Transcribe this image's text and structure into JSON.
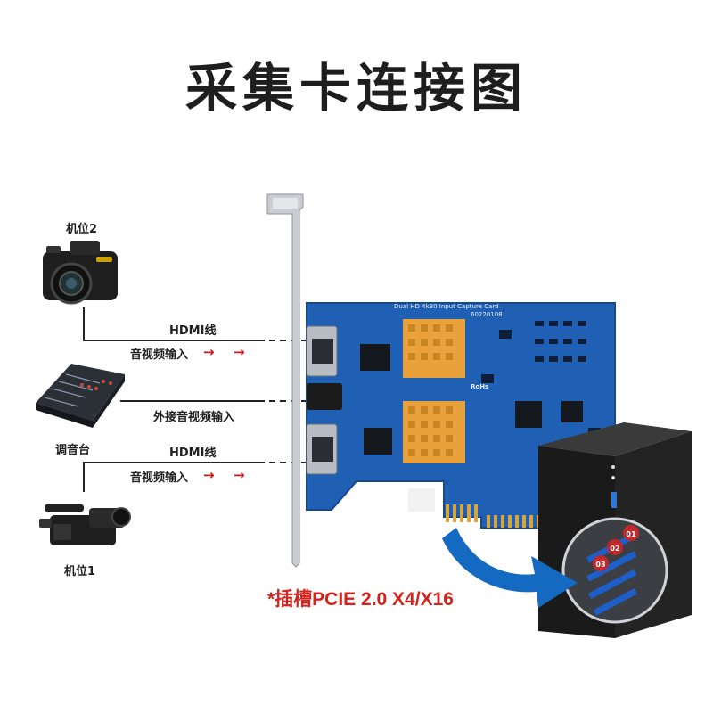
{
  "title": "采集卡连接图",
  "camera2": {
    "label": "机位2"
  },
  "mixer": {
    "label": "调音台"
  },
  "camera1": {
    "label": "机位1"
  },
  "line_top": {
    "cable": "HDMI线",
    "signal": "音视频输入"
  },
  "line_mid": {
    "signal": "外接音视频输入"
  },
  "line_bottom": {
    "cable": "HDMI线",
    "signal": "音视频输入"
  },
  "arrow_glyph": "→",
  "board": {
    "name": "Dual HD 4k30 Input Capture Card",
    "model": "60220108",
    "mark": "RoHs"
  },
  "slot_note": "*插槽PCIE 2.0 X4/X16",
  "pc_slots": [
    "01",
    "02",
    "03"
  ],
  "colors": {
    "board": "#1f5fb4",
    "heatsink": "#e9a23b",
    "accent_red": "#d2231c",
    "arrow_blue": "#1469c0"
  }
}
